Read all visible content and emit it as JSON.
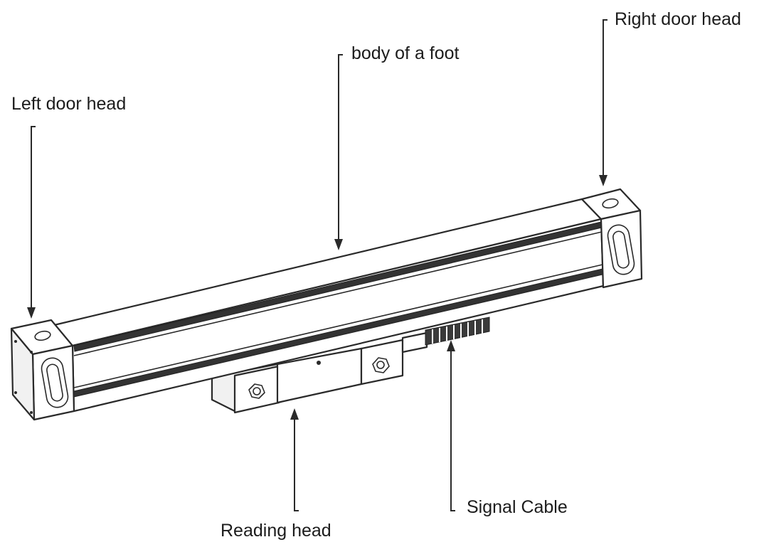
{
  "labels": {
    "left_door_head": "Left door head",
    "body_of_foot": "body of a foot",
    "right_door_head": "Right door head",
    "reading_head": "Reading head",
    "signal_cable": "Signal Cable"
  }
}
